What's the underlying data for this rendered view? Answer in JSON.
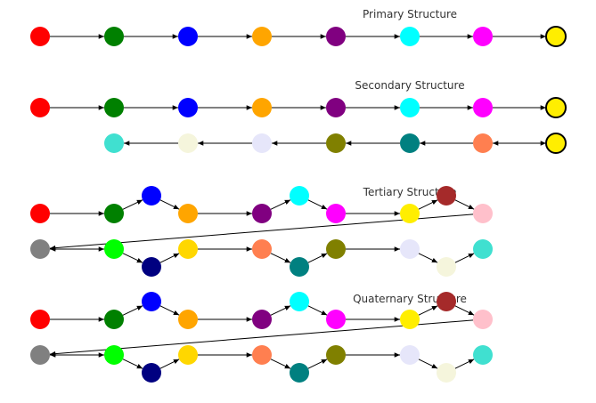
{
  "sections": [
    {
      "id": "primary",
      "title": "Primary Structure"
    },
    {
      "id": "secondary",
      "title": "Secondary Structure"
    },
    {
      "id": "tertiary",
      "title": "Tertiary Structure"
    },
    {
      "id": "quaternary",
      "title": "Quaternary Structure"
    }
  ],
  "colors": {
    "red": "#ff0000",
    "green": "#008000",
    "blue": "#0000ff",
    "orange": "#ffa500",
    "purple": "#800080",
    "cyan": "#00ffff",
    "magenta": "#ff00ff",
    "yellow": "#ffee00",
    "turquoise": "#40e0d0",
    "beige": "#f5f5dc",
    "lavender": "#e6e6fa",
    "olive": "#808000",
    "teal": "#008080",
    "coral": "#ff7f50",
    "brown": "#a52a2a",
    "pink": "#ffc0cb",
    "gray": "#808080",
    "lime": "#00ff00",
    "navy": "#000080",
    "gold": "#ffd700"
  }
}
